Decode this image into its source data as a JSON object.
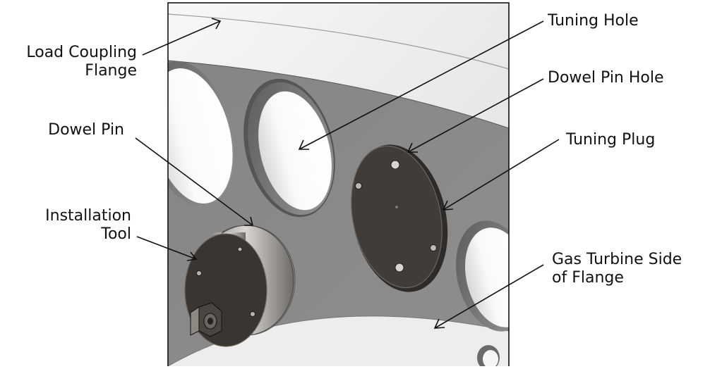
{
  "labels": {
    "load_coupling_flange": [
      "Load Coupling",
      "Flange"
    ],
    "dowel_pin": "Dowel Pin",
    "installation_tool": [
      "Installation",
      "Tool"
    ],
    "tuning_hole": "Tuning Hole",
    "dowel_pin_hole": "Dowel Pin Hole",
    "tuning_plug": "Tuning Plug",
    "gas_turbine_side": [
      "Gas Turbine Side",
      "of Flange"
    ]
  },
  "colors": {
    "flange_face": "#8a8a8a",
    "hole_interior": "#f4f4f4",
    "metal_dark": "#3d3935",
    "outer_flange": "#ececec"
  }
}
